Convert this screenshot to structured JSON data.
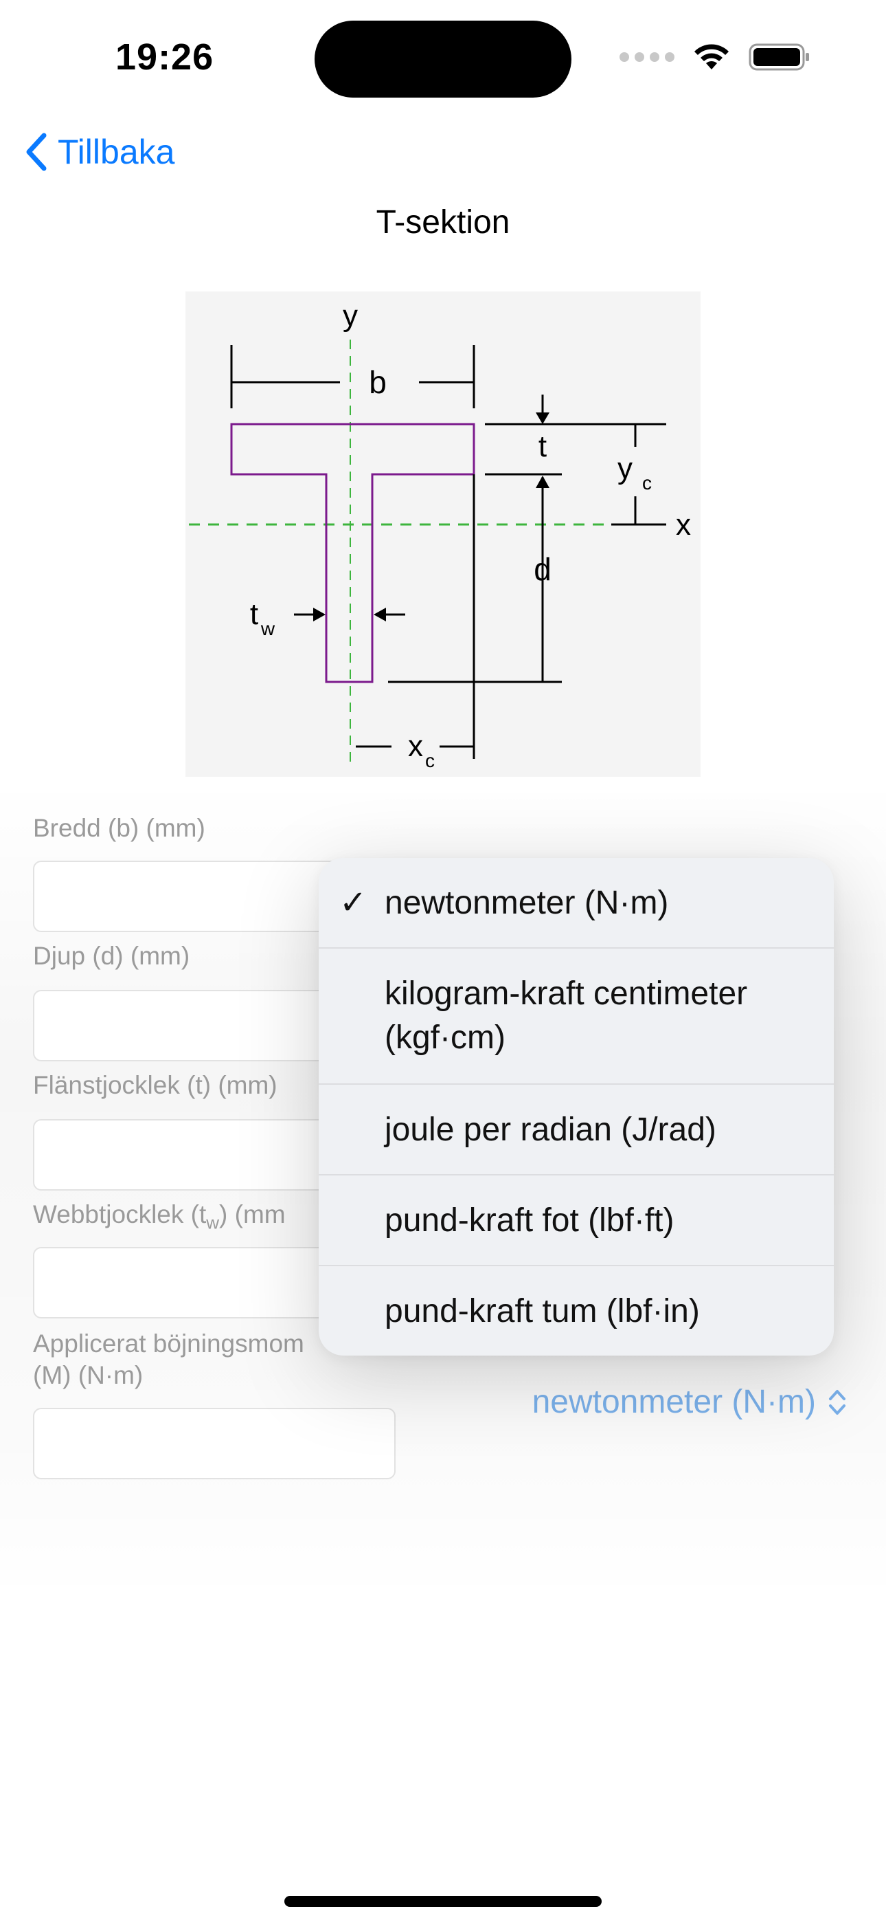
{
  "status_bar": {
    "time": "19:26"
  },
  "nav": {
    "back_label": "Tillbaka",
    "title": "T-sektion"
  },
  "diagram": {
    "y_axis": "y",
    "x_axis": "x",
    "width": "b",
    "flange": "t",
    "yc": "y",
    "yc_sub": "c",
    "depth": "d",
    "web": "t",
    "web_sub": "w",
    "xc": "x",
    "xc_sub": "c"
  },
  "form": {
    "fields": [
      {
        "label": "Bredd (b) (mm)",
        "value": ""
      },
      {
        "label": "Djup (d) (mm)",
        "value": ""
      },
      {
        "label": "Flänstjocklek (t) (mm)",
        "value": ""
      },
      {
        "label_pre": "Webbtjocklek (t",
        "label_sub": "w",
        "label_post": ") (mm",
        "value": ""
      },
      {
        "label_line1": "Applicerat böjningsmom",
        "label_line2": "(M) (N·m)",
        "value": ""
      }
    ],
    "unit_selected": "newtonmeter (N·m)"
  },
  "menu": {
    "items": [
      {
        "label": "newtonmeter (N·m)",
        "checked": true
      },
      {
        "label_line1": "kilogram-kraft centimeter",
        "label_line2": "(kgf·cm)",
        "checked": false
      },
      {
        "label": "joule per radian (J/rad)",
        "checked": false
      },
      {
        "label": "pund-kraft fot (lbf·ft)",
        "checked": false
      },
      {
        "label": "pund-kraft tum (lbf·in)",
        "checked": false
      }
    ],
    "check_glyph": "✓"
  },
  "colors": {
    "accent": "#0a7aff",
    "section_outline": "#7b1a8c",
    "centroid_line": "#3db53d"
  }
}
